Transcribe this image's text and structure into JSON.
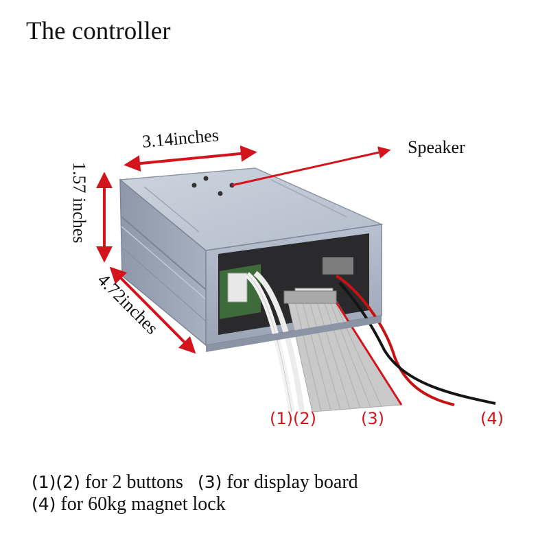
{
  "title": "The controller",
  "dimensions": {
    "width": "3.14inches",
    "height": "1.57 inches",
    "depth": "4.72inches"
  },
  "speaker_label": "Speaker",
  "cable_labels": {
    "c12": "(1)(2)",
    "c3": "(3)",
    "c4": "(4)"
  },
  "legend": {
    "line1_num1": "(1)(2)",
    "line1_text1": "for 2 buttons",
    "line1_num2": "(3)",
    "line1_text2": "for display board",
    "line2_num": "(4)",
    "line2_text": "for 60kg magnet lock"
  },
  "colors": {
    "annotation_red": "#d4141c",
    "enclosure": "#aeb8c8",
    "ribbon_cable": "#c8c8c8"
  }
}
